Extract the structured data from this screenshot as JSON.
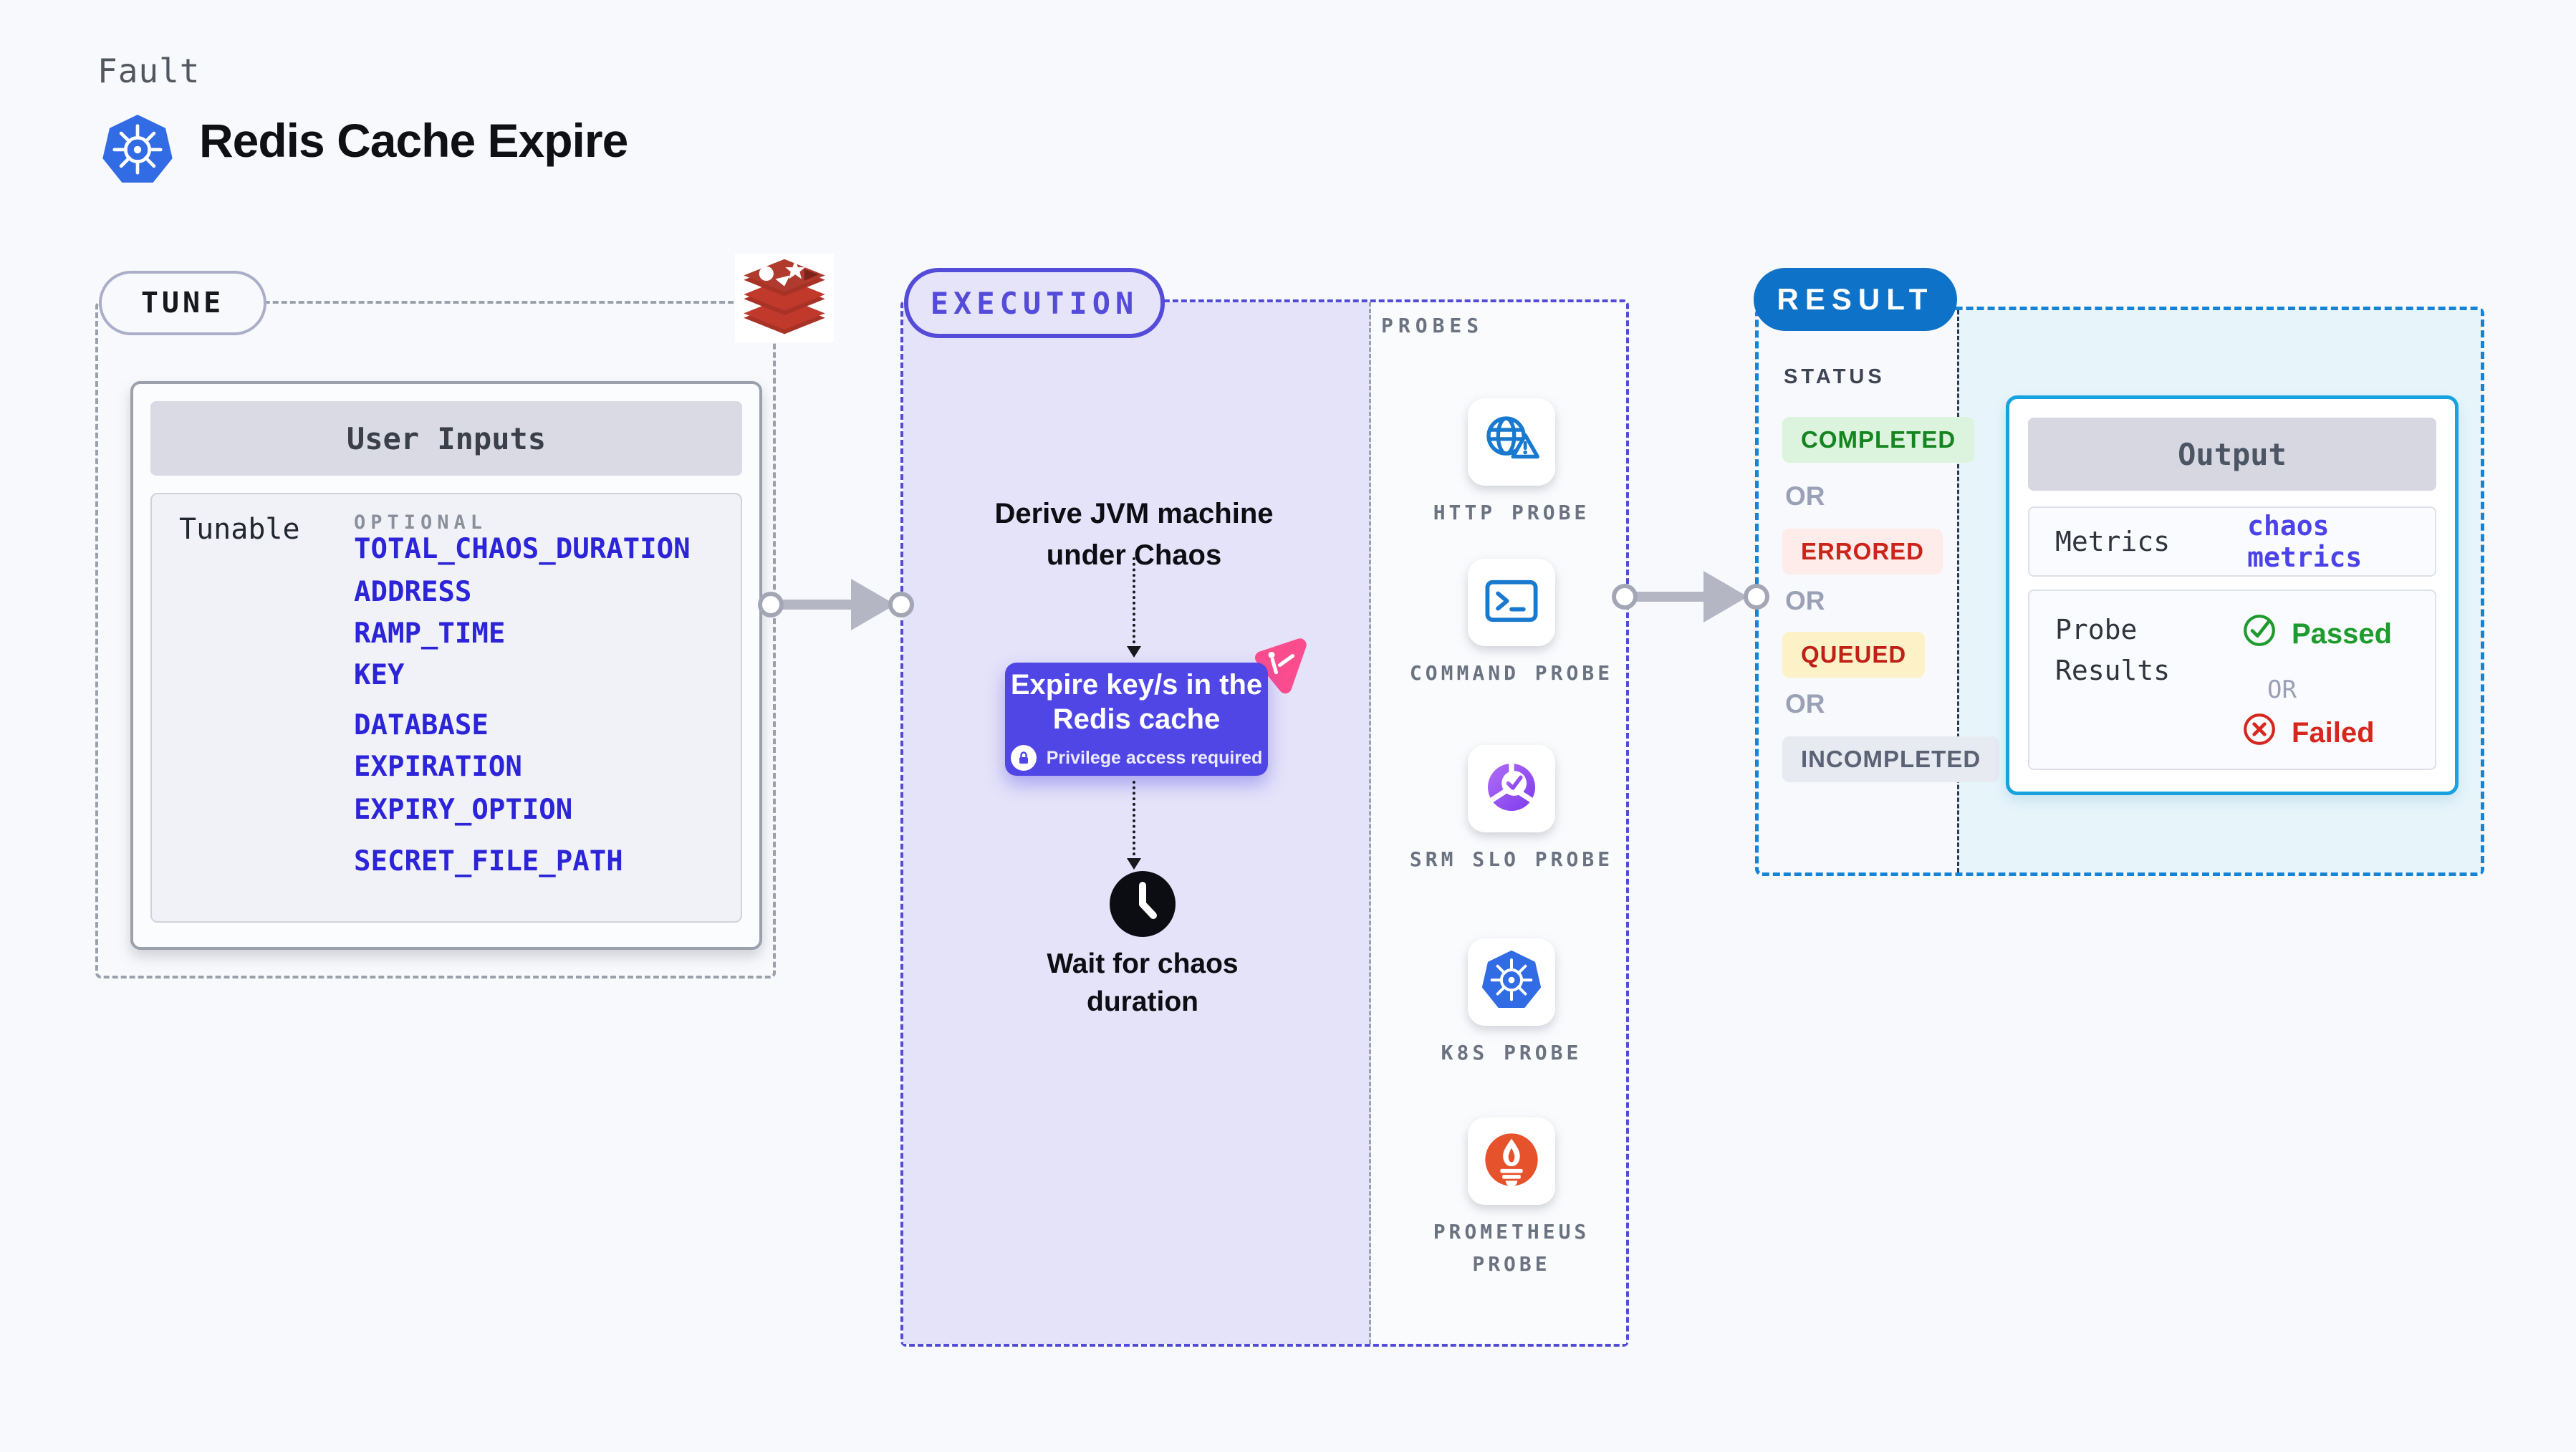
{
  "header": {
    "kicker": "Fault",
    "title": "Redis Cache Expire"
  },
  "tune": {
    "pill": "TUNE",
    "user_inputs": {
      "title": "User Inputs",
      "row_label": "Tunable",
      "group_label": "OPTIONAL",
      "items": [
        "TOTAL_CHAOS_DURATION",
        "ADDRESS",
        "RAMP_TIME",
        "KEY",
        "DATABASE",
        "EXPIRATION",
        "EXPIRY_OPTION",
        "SECRET_FILE_PATH"
      ]
    }
  },
  "execution": {
    "pill": "EXECUTION",
    "derive_line1": "Derive JVM machine",
    "derive_line2": "under Chaos",
    "expire_card": {
      "line1": "Expire key/s in the",
      "line2": "Redis cache",
      "privilege": "Privilege access required"
    },
    "wait_line1": "Wait for chaos",
    "wait_line2": "duration"
  },
  "probes": {
    "label": "PROBES",
    "items": [
      {
        "label": "HTTP PROBE",
        "icon": "http-probe-icon"
      },
      {
        "label": "COMMAND PROBE",
        "icon": "command-probe-icon"
      },
      {
        "label": "SRM SLO PROBE",
        "icon": "srm-slo-probe-icon"
      },
      {
        "label": "K8S PROBE",
        "icon": "k8s-probe-icon"
      },
      {
        "label": "PROMETHEUS PROBE",
        "icon": "prometheus-probe-icon"
      }
    ]
  },
  "result": {
    "pill": "RESULT",
    "status_label": "STATUS",
    "or_label": "OR",
    "statuses": [
      {
        "label": "COMPLETED",
        "color": "#15851f"
      },
      {
        "label": "ERRORED",
        "color": "#cb241a"
      },
      {
        "label": "QUEUED",
        "color": "#c02117"
      },
      {
        "label": "INCOMPLETED",
        "color": "#5b6275"
      }
    ],
    "output": {
      "title": "Output",
      "metrics_label": "Metrics",
      "metrics_value": "chaos metrics",
      "probe_results_label": "Probe Results",
      "passed": "Passed",
      "or": "OR",
      "failed": "Failed"
    }
  },
  "colors": {
    "page_bg": "#f8f9fc",
    "indigo": "#544cd8",
    "expire_card": "#4f46e5",
    "lavender_fill": "#e5e3f9",
    "result_blue": "#0e72c8",
    "result_dash": "#1583d6",
    "output_border": "#18a2df",
    "cyan_fill": "#e7f5fb",
    "link_blue": "#2c24d8",
    "probe_icon_blue": "#1879cf",
    "k8s_blue": "#326ce5",
    "redis_red": "#c0392b",
    "prometheus_orange": "#e6522c",
    "litmus_pink": "#fb4d8e",
    "passed_green": "#1d9b2d",
    "failed_red": "#d7261d"
  }
}
